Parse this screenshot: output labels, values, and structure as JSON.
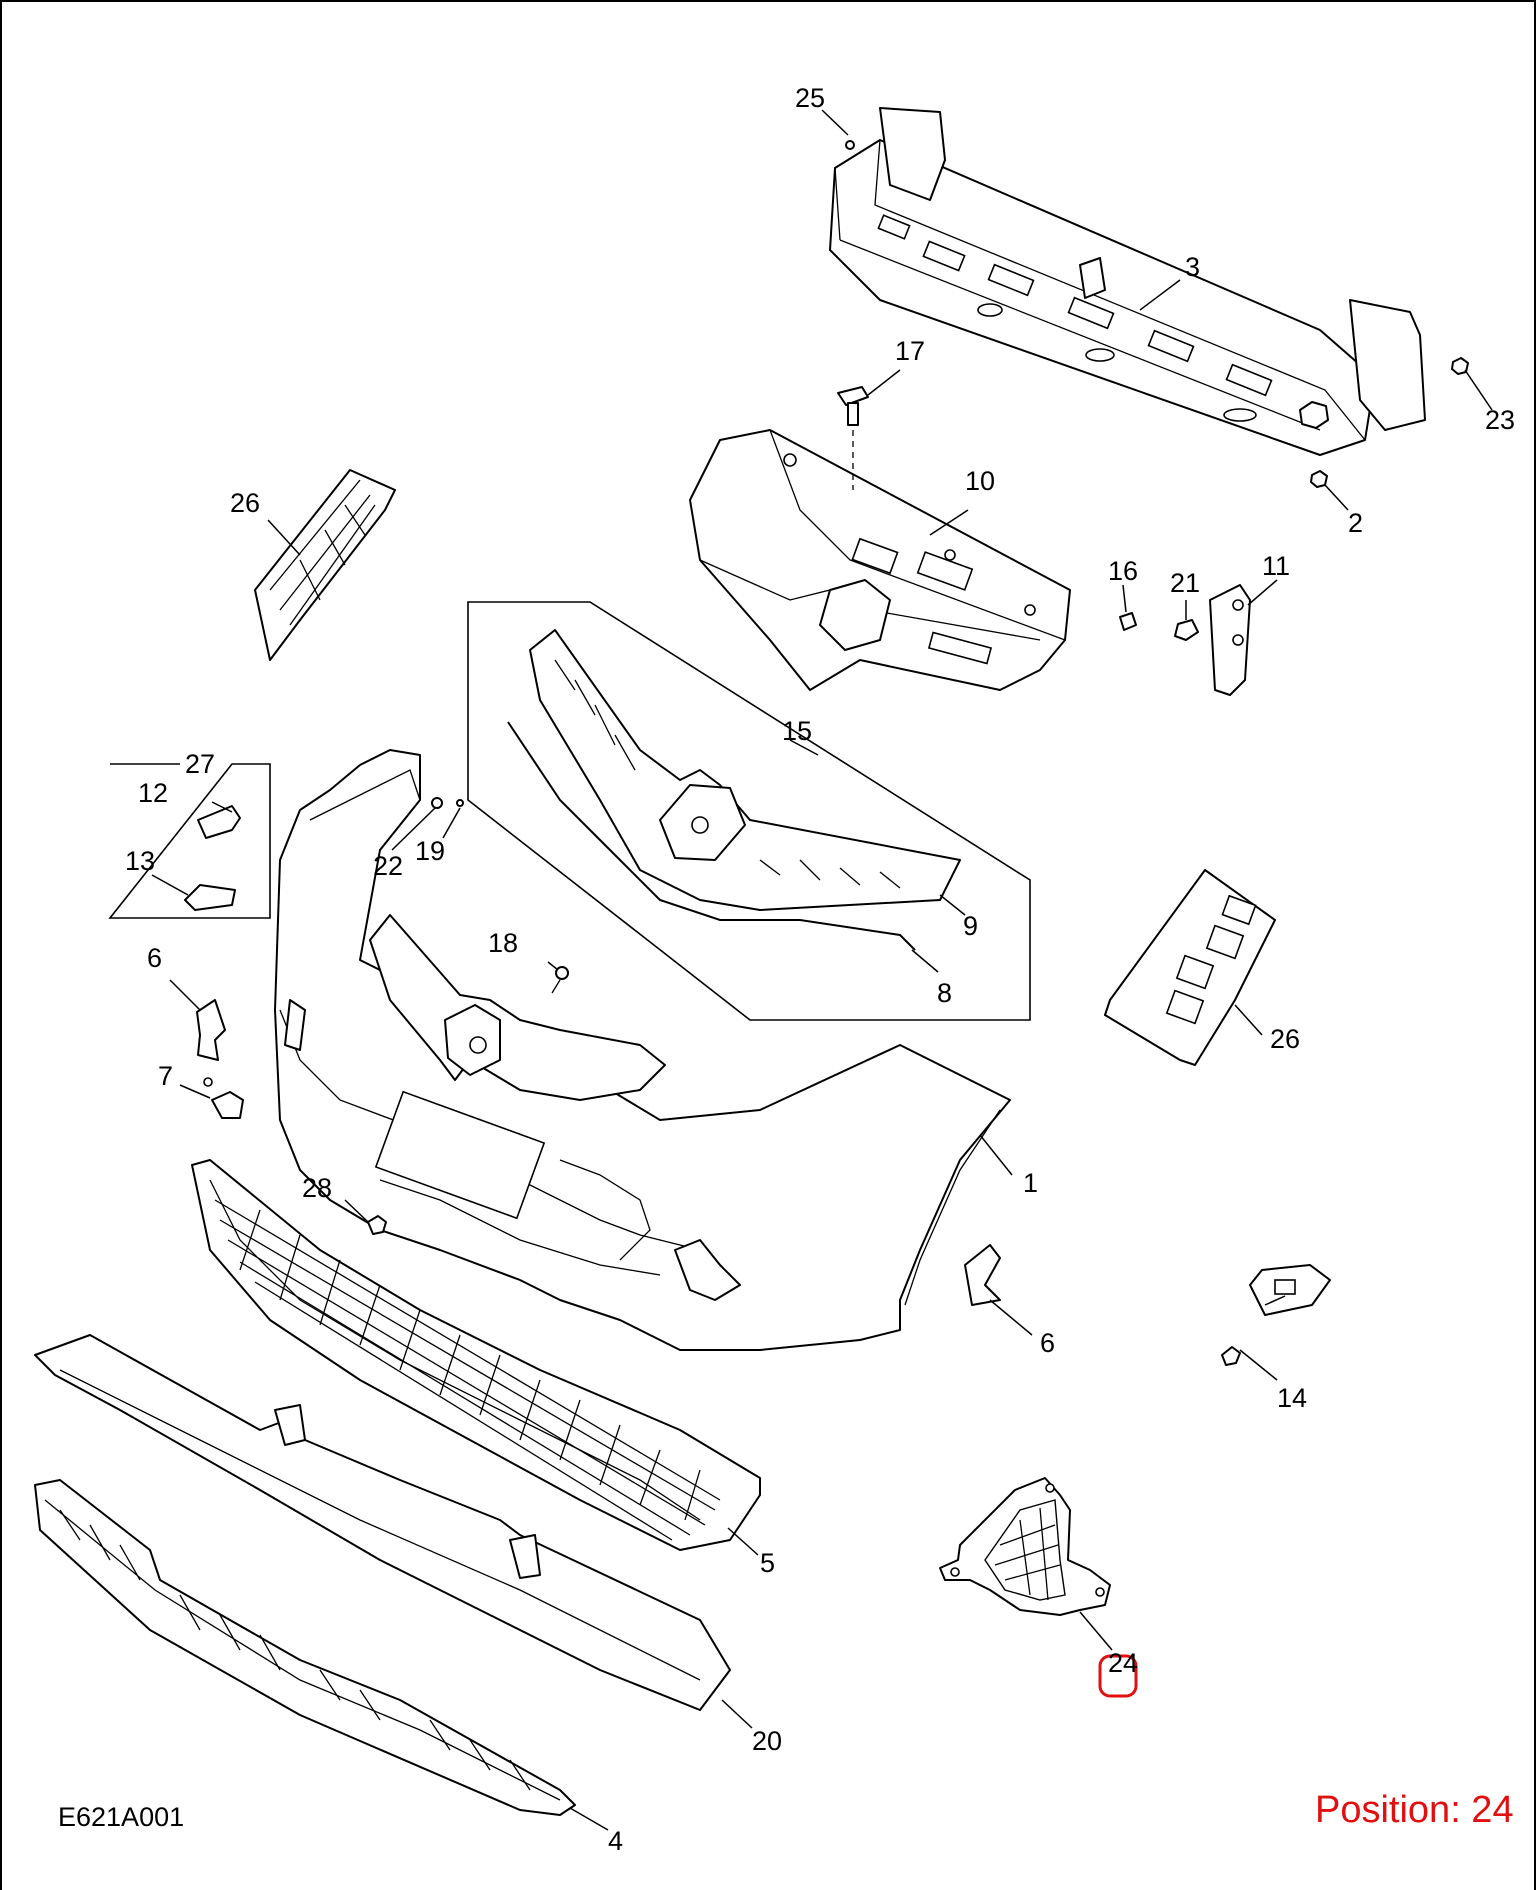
{
  "diagram": {
    "code": "E621A001",
    "position_text": "Position: 24",
    "highlight_color": "#e01010",
    "highlight_part": "24",
    "box_15_label": "15",
    "box_27_label": "27",
    "callouts": [
      {
        "id": "c1",
        "text": "1"
      },
      {
        "id": "c2",
        "text": "2"
      },
      {
        "id": "c3",
        "text": "3"
      },
      {
        "id": "c4",
        "text": "4"
      },
      {
        "id": "c5",
        "text": "5"
      },
      {
        "id": "c6a",
        "text": "6"
      },
      {
        "id": "c6b",
        "text": "6"
      },
      {
        "id": "c7",
        "text": "7"
      },
      {
        "id": "c8",
        "text": "8"
      },
      {
        "id": "c9",
        "text": "9"
      },
      {
        "id": "c10",
        "text": "10"
      },
      {
        "id": "c11",
        "text": "11"
      },
      {
        "id": "c12",
        "text": "12"
      },
      {
        "id": "c13",
        "text": "13"
      },
      {
        "id": "c14",
        "text": "14"
      },
      {
        "id": "c16",
        "text": "16"
      },
      {
        "id": "c17",
        "text": "17"
      },
      {
        "id": "c18",
        "text": "18"
      },
      {
        "id": "c19",
        "text": "19"
      },
      {
        "id": "c20",
        "text": "20"
      },
      {
        "id": "c21",
        "text": "21"
      },
      {
        "id": "c22",
        "text": "22"
      },
      {
        "id": "c23",
        "text": "23"
      },
      {
        "id": "c24",
        "text": "24"
      },
      {
        "id": "c25",
        "text": "25"
      },
      {
        "id": "c26a",
        "text": "26"
      },
      {
        "id": "c26b",
        "text": "26"
      },
      {
        "id": "c28",
        "text": "28"
      }
    ]
  }
}
